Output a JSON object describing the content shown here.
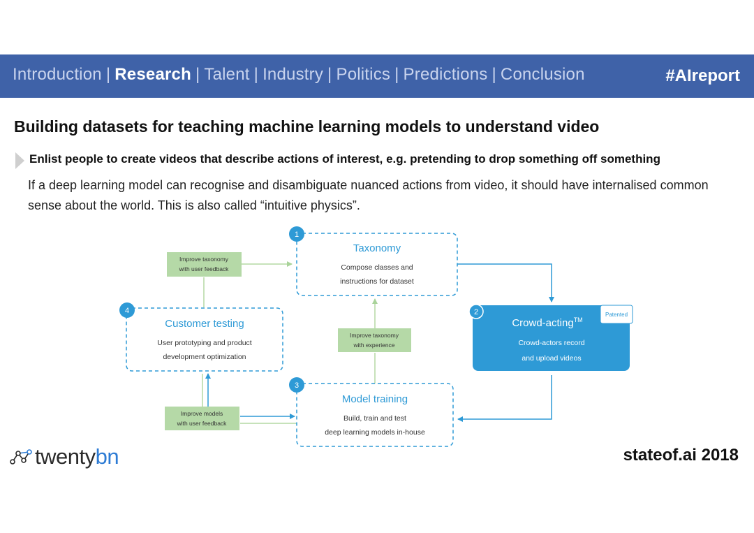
{
  "nav": {
    "items": [
      {
        "label": "Introduction",
        "active": false
      },
      {
        "label": "Research",
        "active": true
      },
      {
        "label": "Talent",
        "active": false
      },
      {
        "label": "Industry",
        "active": false
      },
      {
        "label": "Politics",
        "active": false
      },
      {
        "label": "Predictions",
        "active": false
      },
      {
        "label": "Conclusion",
        "active": false
      }
    ],
    "separator": "|",
    "hashtag": "#AIreport"
  },
  "title": "Building datasets for teaching machine learning models to understand video",
  "bullet": "Enlist people to create videos that describe actions of interest, e.g. pretending to drop something off something",
  "body": "If a deep learning model can recognise and disambiguate nuanced actions from video, it should have internalised common sense about the world. This is also called “intuitive physics”.",
  "diagram": {
    "taxonomy": {
      "num": "1",
      "title": "Taxonomy",
      "line1": "Compose classes and",
      "line2": "instructions for dataset"
    },
    "crowd": {
      "num": "2",
      "title": "Crowd-acting",
      "sup": "TM",
      "line1": "Crowd-actors record",
      "line2": "and upload videos",
      "badge": "Patented"
    },
    "model": {
      "num": "3",
      "title": "Model training",
      "line1": "Build, train and test",
      "line2": "deep learning models in-house"
    },
    "customer": {
      "num": "4",
      "title": "Customer testing",
      "line1": "User prototyping and product",
      "line2": "development optimization"
    },
    "fb_top": {
      "line1": "Improve taxonomy",
      "line2": "with user feedback"
    },
    "fb_mid": {
      "line1": "Improve taxonomy",
      "line2": "with experience"
    },
    "fb_bot": {
      "line1": "Improve models",
      "line2": "with user feedback"
    }
  },
  "colors": {
    "nav": "#3f62a8",
    "accent": "#2e9ad6",
    "feedback": "#b5d9a7",
    "arrow_green": "#b4d9a3"
  },
  "footer": {
    "logo_main": "twenty",
    "logo_accent": "bn",
    "right": "stateof.ai 2018"
  }
}
